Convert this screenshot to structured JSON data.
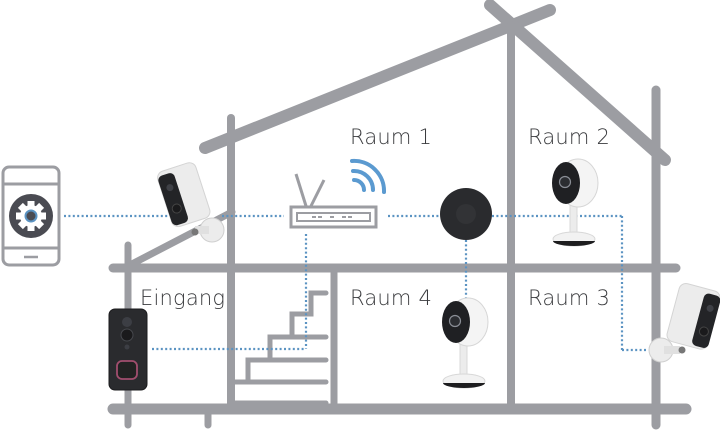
{
  "diagram": {
    "title": "Smart home camera network",
    "rooms": [
      {
        "id": "raum-1",
        "label": "Raum 1"
      },
      {
        "id": "raum-2",
        "label": "Raum 2"
      },
      {
        "id": "raum-3",
        "label": "Raum 3"
      },
      {
        "id": "raum-4",
        "label": "Raum 4"
      },
      {
        "id": "eingang",
        "label": "Eingang"
      }
    ],
    "devices": [
      {
        "id": "smartphone-app",
        "icon": "gear-icon"
      },
      {
        "id": "router",
        "icon": "router-icon"
      },
      {
        "id": "hub",
        "icon": "base-station-icon"
      },
      {
        "id": "outdoor-camera-left",
        "icon": "outdoor-camera-icon"
      },
      {
        "id": "outdoor-camera-right",
        "icon": "outdoor-camera-icon"
      },
      {
        "id": "indoor-camera-raum-2",
        "icon": "indoor-camera-icon"
      },
      {
        "id": "indoor-camera-raum-4",
        "icon": "indoor-camera-icon"
      },
      {
        "id": "video-doorbell",
        "icon": "doorbell-icon"
      }
    ],
    "colors": {
      "walls": "#9c9da2",
      "links": "#5b93c2",
      "wifi": "#5b9ad0",
      "device_dark": "#2a2b2e",
      "device_light": "#f2f2f2"
    }
  }
}
